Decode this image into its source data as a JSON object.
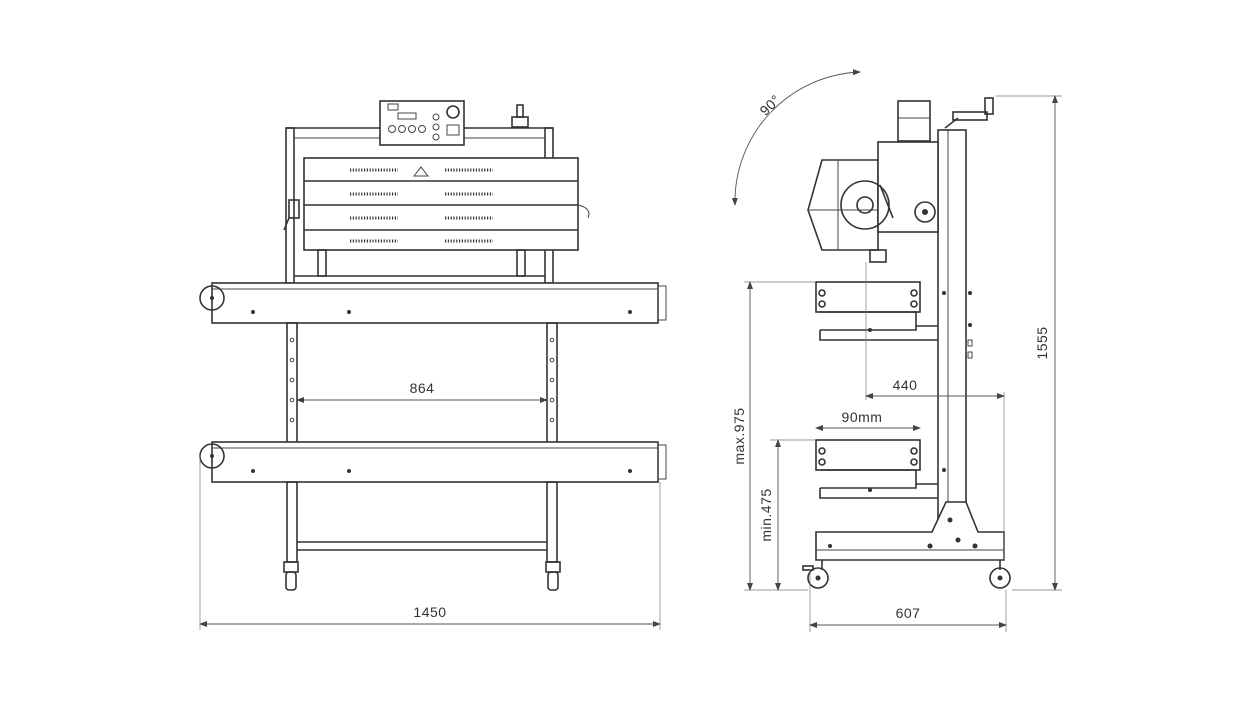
{
  "dimensions": {
    "front_width_total": "1450",
    "front_inner_width": "864",
    "side_width": "607",
    "side_height_total": "1555",
    "side_max_height": "max.975",
    "side_min_height": "min.475",
    "side_conveyor_depth": "440",
    "side_bag_width": "90mm",
    "rotation_angle": "90°"
  },
  "colors": {
    "line": "#333333",
    "background": "#ffffff"
  }
}
